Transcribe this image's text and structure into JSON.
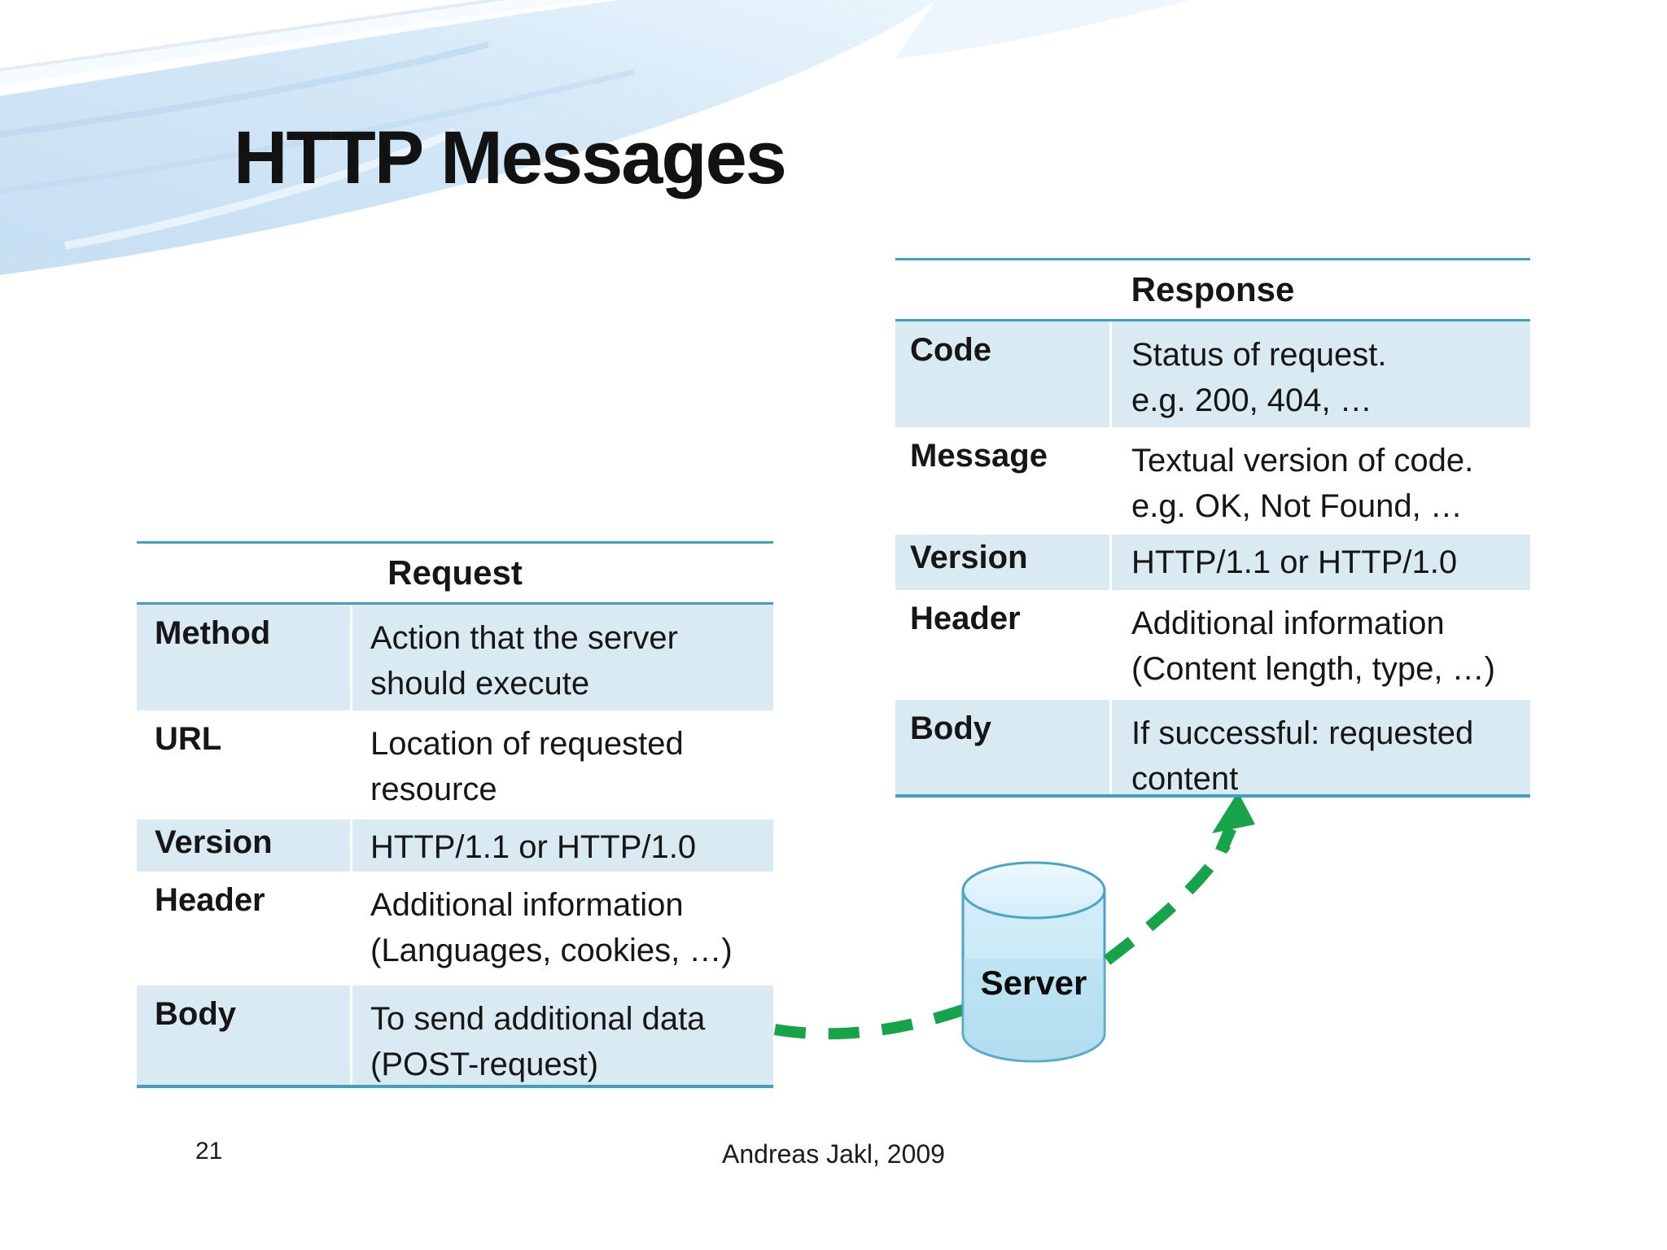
{
  "slide": {
    "title": "HTTP Messages",
    "page_number": "21",
    "footer": "Andreas Jakl, 2009"
  },
  "request_table": {
    "header": "Request",
    "rows": [
      {
        "label": "Method",
        "desc": "Action that the server\nshould execute"
      },
      {
        "label": "URL",
        "desc": "Location of requested\nresource"
      },
      {
        "label": "Version",
        "desc": "HTTP/1.1 or HTTP/1.0"
      },
      {
        "label": "Header",
        "desc": "Additional information\n(Languages, cookies, …)"
      },
      {
        "label": "Body",
        "desc": "To send additional data\n(POST-request)"
      }
    ]
  },
  "response_table": {
    "header": "Response",
    "rows": [
      {
        "label": "Code",
        "desc": "Status of request.\ne.g. 200, 404, …"
      },
      {
        "label": "Message",
        "desc": "Textual version of code.\ne.g. OK, Not Found, …"
      },
      {
        "label": "Version",
        "desc": "HTTP/1.1 or HTTP/1.0"
      },
      {
        "label": "Header",
        "desc": "Additional information\n(Content length, type, …)"
      },
      {
        "label": "Body",
        "desc": "If successful: requested\ncontent"
      }
    ]
  },
  "diagram": {
    "server_label": "Server"
  },
  "colors": {
    "accent_teal": "#419fc0",
    "row_blue": "#d9eaf3",
    "arrow_green": "#16a34a",
    "cylinder_fill": "#c9e8f6",
    "cylinder_stroke": "#4ba3c7"
  }
}
